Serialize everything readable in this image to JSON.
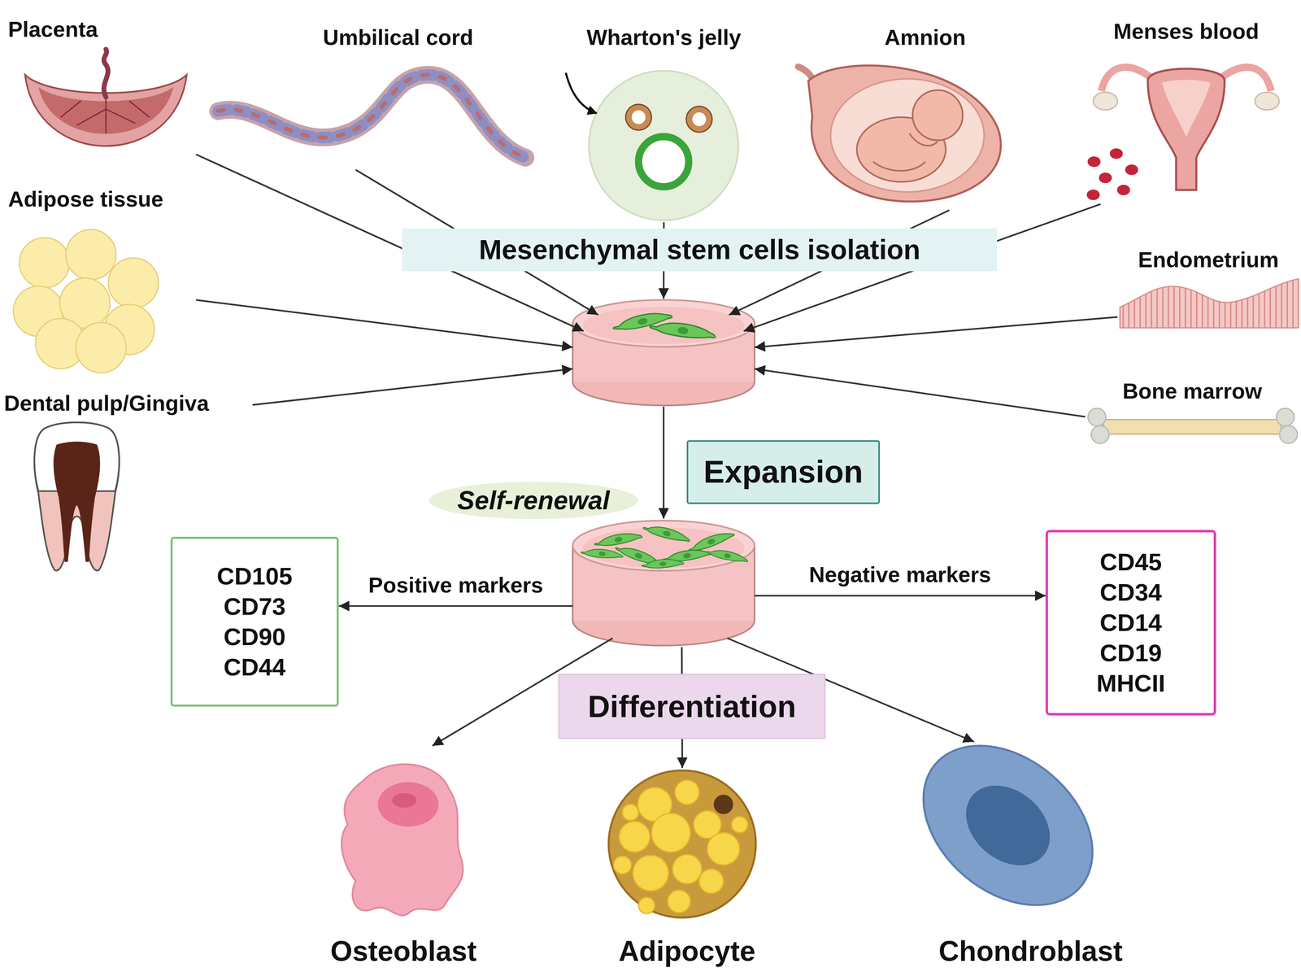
{
  "diagram": {
    "nodes": [
      {
        "text": [
          "Placenta"
        ]
      },
      {
        "text": [
          "Umbilical cord"
        ]
      },
      {
        "text": [
          "Wharton's jelly"
        ]
      },
      {
        "text": [
          "Amnion"
        ]
      },
      {
        "text": [
          "Menses blood"
        ]
      },
      {
        "text": [
          "Adipose tissue"
        ]
      },
      {
        "text": [
          "Endometrium"
        ]
      },
      {
        "text": [
          "Dental pulp/Gingiva"
        ]
      },
      {
        "text": [
          "Bone marrow"
        ]
      },
      {
        "text": [
          "Mesenchymal stem cells isolation"
        ]
      },
      {
        "text": [
          "Expansion"
        ]
      },
      {
        "text": [
          "Self-renewal"
        ]
      },
      {
        "text": [
          "Differentiation"
        ]
      },
      {
        "text": [
          "CD105",
          "CD73",
          "CD90",
          "CD44"
        ]
      },
      {
        "text": [
          "CD45",
          "CD34",
          "CD14",
          "CD19",
          "MHCII"
        ]
      },
      {
        "text": [
          "Osteoblast"
        ]
      },
      {
        "text": [
          "Adipocyte"
        ]
      },
      {
        "text": [
          "Chondroblast"
        ]
      }
    ],
    "edges": [
      {
        "from": 0,
        "to": 9,
        "arrow": "to"
      },
      {
        "from": 1,
        "to": 9,
        "arrow": "to"
      },
      {
        "from": 2,
        "to": 9,
        "arrow": "to"
      },
      {
        "from": 3,
        "to": 9,
        "arrow": "to"
      },
      {
        "from": 4,
        "to": 9,
        "arrow": "to"
      },
      {
        "from": 5,
        "to": 9,
        "arrow": "to"
      },
      {
        "from": 6,
        "to": 9,
        "arrow": "to"
      },
      {
        "from": 7,
        "to": 9,
        "arrow": "to"
      },
      {
        "from": 8,
        "to": 9,
        "arrow": "to"
      },
      {
        "from": 9,
        "to": 12,
        "arrow": "to"
      },
      {
        "from": 12,
        "to": 13,
        "label": "Positive markers",
        "arrow": "to"
      },
      {
        "from": 12,
        "to": 14,
        "label": "Negative markers",
        "arrow": "to"
      },
      {
        "from": 12,
        "to": 15,
        "arrow": "to"
      },
      {
        "from": 12,
        "to": 16,
        "arrow": "to"
      },
      {
        "from": 12,
        "to": 17,
        "arrow": "to"
      }
    ]
  }
}
